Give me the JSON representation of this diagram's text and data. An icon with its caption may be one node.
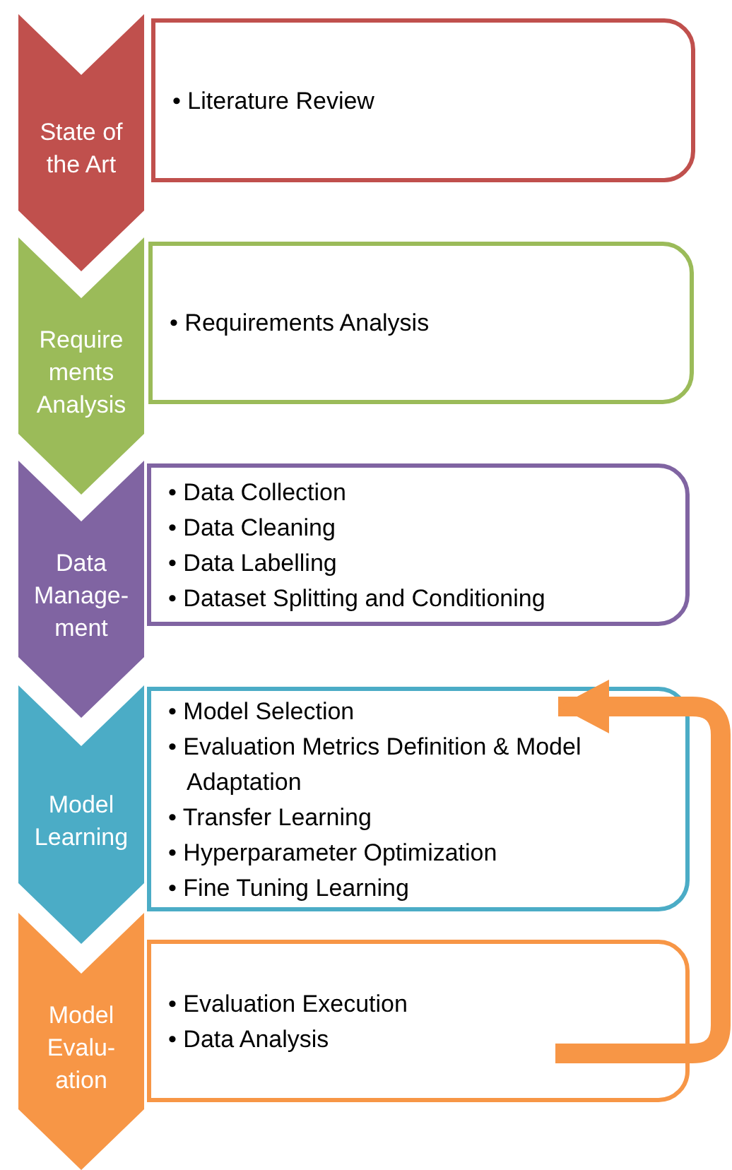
{
  "diagram": {
    "nodes": [
      {
        "text": [
          "State of the Art"
        ]
      },
      {
        "text": [
          "• Literature Review"
        ]
      },
      {
        "text": [
          "Require ments Analysis"
        ]
      },
      {
        "text": [
          "• Requirements Analysis"
        ]
      },
      {
        "text": [
          "Data Manage- ment"
        ]
      },
      {
        "text": [
          "• Data Collection",
          "• Data Cleaning",
          "• Data Labelling",
          "• Dataset Splitting and Conditioning"
        ]
      },
      {
        "text": [
          "Model Learning"
        ]
      },
      {
        "text": [
          "• Model Selection",
          "• Evaluation Metrics Definition & Model Adaptation",
          "• Transfer Learning",
          "• Hyperparameter Optimization",
          "• Fine Tuning Learning"
        ]
      },
      {
        "text": [
          "Model Evalu- ation"
        ]
      },
      {
        "text": [
          "• Evaluation Execution",
          "• Data Analysis"
        ]
      }
    ],
    "edges": [
      {
        "from": 9,
        "to": 7,
        "arrow": "to",
        "color": "#f79646"
      }
    ]
  }
}
